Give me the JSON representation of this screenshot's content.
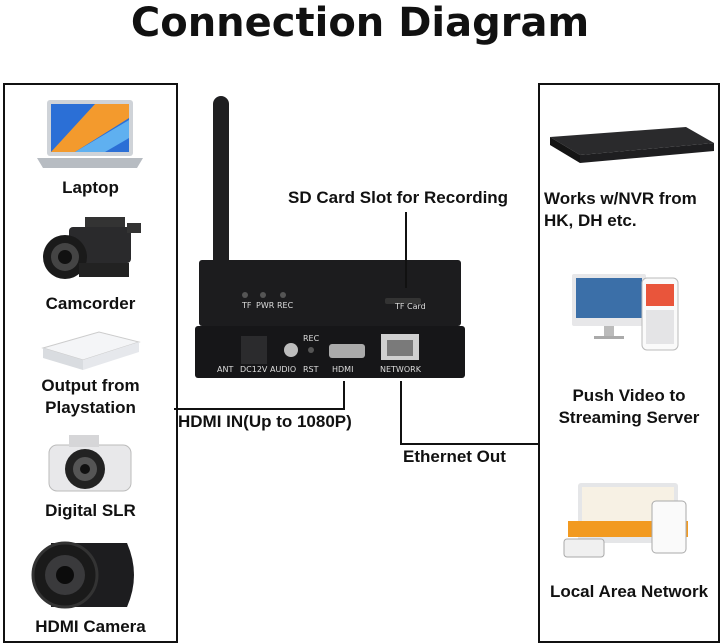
{
  "title": "Connection Diagram",
  "inputs": [
    {
      "label": "Laptop",
      "icon": "laptop-icon"
    },
    {
      "label": "Camcorder",
      "icon": "camcorder-icon"
    },
    {
      "label": "Output from\nPlaystation",
      "icon": "playstation-icon"
    },
    {
      "label": "Digital SLR",
      "icon": "camera-icon"
    },
    {
      "label": "HDMI Camera",
      "icon": "hdmi-camera-icon"
    }
  ],
  "outputs": [
    {
      "label": "Works w/NVR from\nHK, DH etc.",
      "icon": "nvr-icon"
    },
    {
      "label": "Push Video to\nStreaming Server",
      "icon": "streaming-icon"
    },
    {
      "label": "Local Area Network",
      "icon": "lan-icon"
    }
  ],
  "callouts": {
    "sd_card": "SD Card Slot for Recording",
    "hdmi_in": "HDMI IN(Up to 1080P)",
    "ethernet": "Ethernet Out"
  },
  "device": {
    "leds": [
      "TF",
      "PWR",
      "REC"
    ],
    "tf_slot": "TF Card",
    "ports": [
      "ANT",
      "DC12V",
      "AUDIO",
      "RST",
      "HDMI",
      "NETWORK"
    ],
    "rec_label": "REC"
  },
  "colors": {
    "device": "#1c1c1e",
    "line": "#111111"
  }
}
